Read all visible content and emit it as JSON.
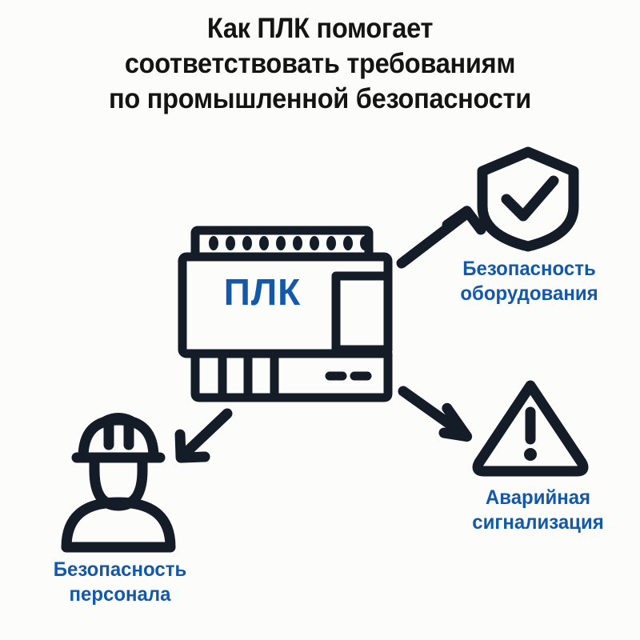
{
  "page": {
    "background_color": "#fcfcfa",
    "ink_color": "#141c28",
    "accent_color": "#1258ab"
  },
  "title": {
    "full": "Как ПЛК помогает соответствовать требованиям по промышленной безопасности",
    "lines": [
      "Как ПЛК помогает",
      "соответствовать требованиям",
      "по промышленной безопасности"
    ]
  },
  "center_node": {
    "icon": "plc-controller-icon",
    "label": "ПЛК",
    "terminal_pin_count": 10,
    "bottom_slot_count": 3,
    "indicator_dash_count": 2
  },
  "nodes": [
    {
      "id": "equipment-safety",
      "icon": "shield-check-icon",
      "label_lines": [
        "Безопасность",
        "оборудования"
      ],
      "label": "Безопасность оборудования"
    },
    {
      "id": "emergency-alarm",
      "icon": "warning-triangle-icon",
      "label_lines": [
        "Аварийная",
        "сигнализация"
      ],
      "label": "Аварийная сигнализация"
    },
    {
      "id": "personnel-safety",
      "icon": "worker-helmet-icon",
      "label_lines": [
        "Безопасность",
        "персонала"
      ],
      "label": "Безопасность персонала"
    }
  ],
  "arrows": [
    {
      "id": "arrow-to-equipment",
      "from": "center_node",
      "to": "equipment-safety",
      "direction": "up-right"
    },
    {
      "id": "arrow-to-alarm",
      "from": "center_node",
      "to": "emergency-alarm",
      "direction": "down-right"
    },
    {
      "id": "arrow-to-personnel",
      "from": "center_node",
      "to": "personnel-safety",
      "direction": "down-left"
    }
  ]
}
